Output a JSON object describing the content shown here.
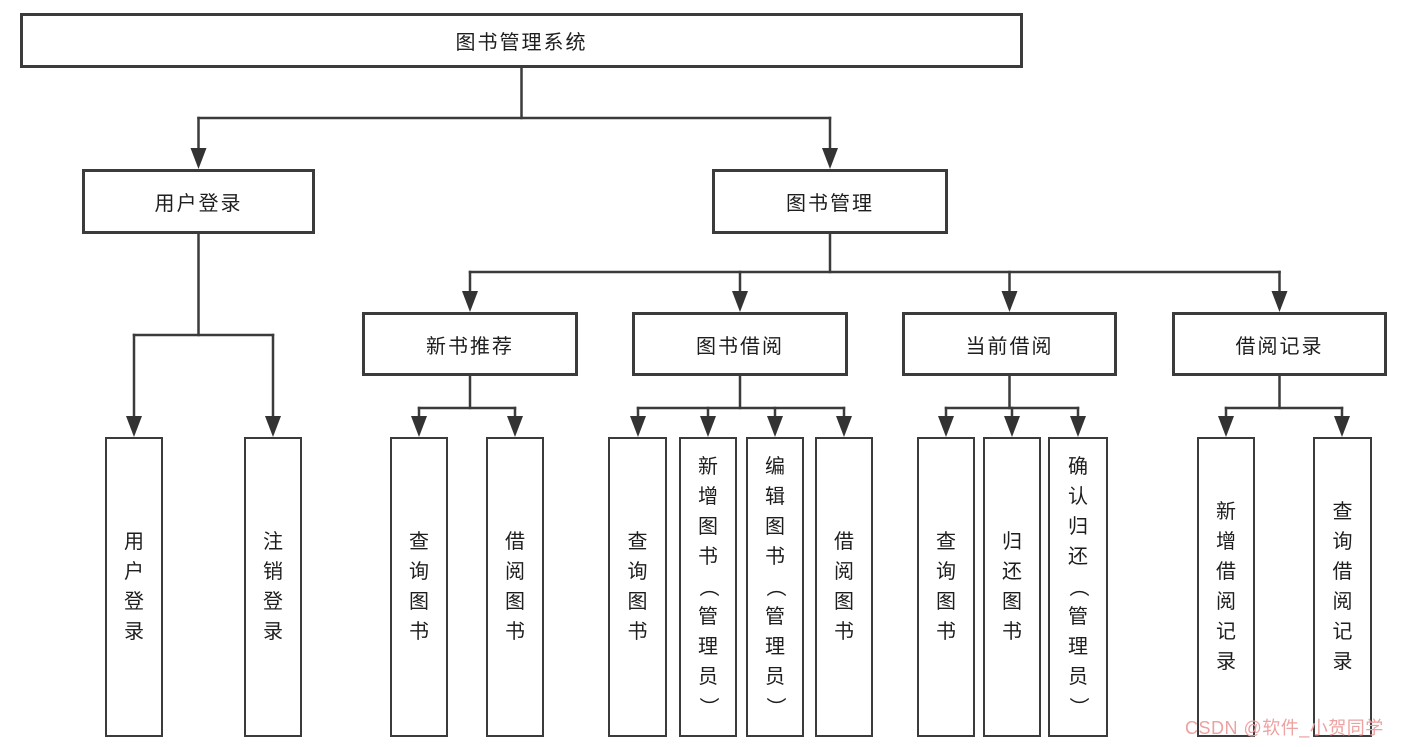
{
  "diagram": {
    "title": "图书管理系统",
    "branches": [
      {
        "label": "用户登录",
        "children": [
          {
            "label": "用户登录"
          },
          {
            "label": "注销登录"
          }
        ]
      },
      {
        "label": "图书管理",
        "children": [
          {
            "label": "新书推荐",
            "children": [
              {
                "label": "查询图书"
              },
              {
                "label": "借阅图书"
              }
            ]
          },
          {
            "label": "图书借阅",
            "children": [
              {
                "label": "查询图书"
              },
              {
                "label": "新增图书（管理员）"
              },
              {
                "label": "编辑图书（管理员）"
              },
              {
                "label": "借阅图书"
              }
            ]
          },
          {
            "label": "当前借阅",
            "children": [
              {
                "label": "查询图书"
              },
              {
                "label": "归还图书"
              },
              {
                "label": "确认归还（管理员）"
              }
            ]
          },
          {
            "label": "借阅记录",
            "children": [
              {
                "label": "新增借阅记录"
              },
              {
                "label": "查询借阅记录"
              }
            ]
          }
        ]
      }
    ]
  },
  "watermark": {
    "text": "CSDN @软件_小贺同学",
    "color": "#eda2a2"
  },
  "colors": {
    "line": "#3b3b3b",
    "text": "#1e1e1e",
    "background": "#ffffff"
  }
}
